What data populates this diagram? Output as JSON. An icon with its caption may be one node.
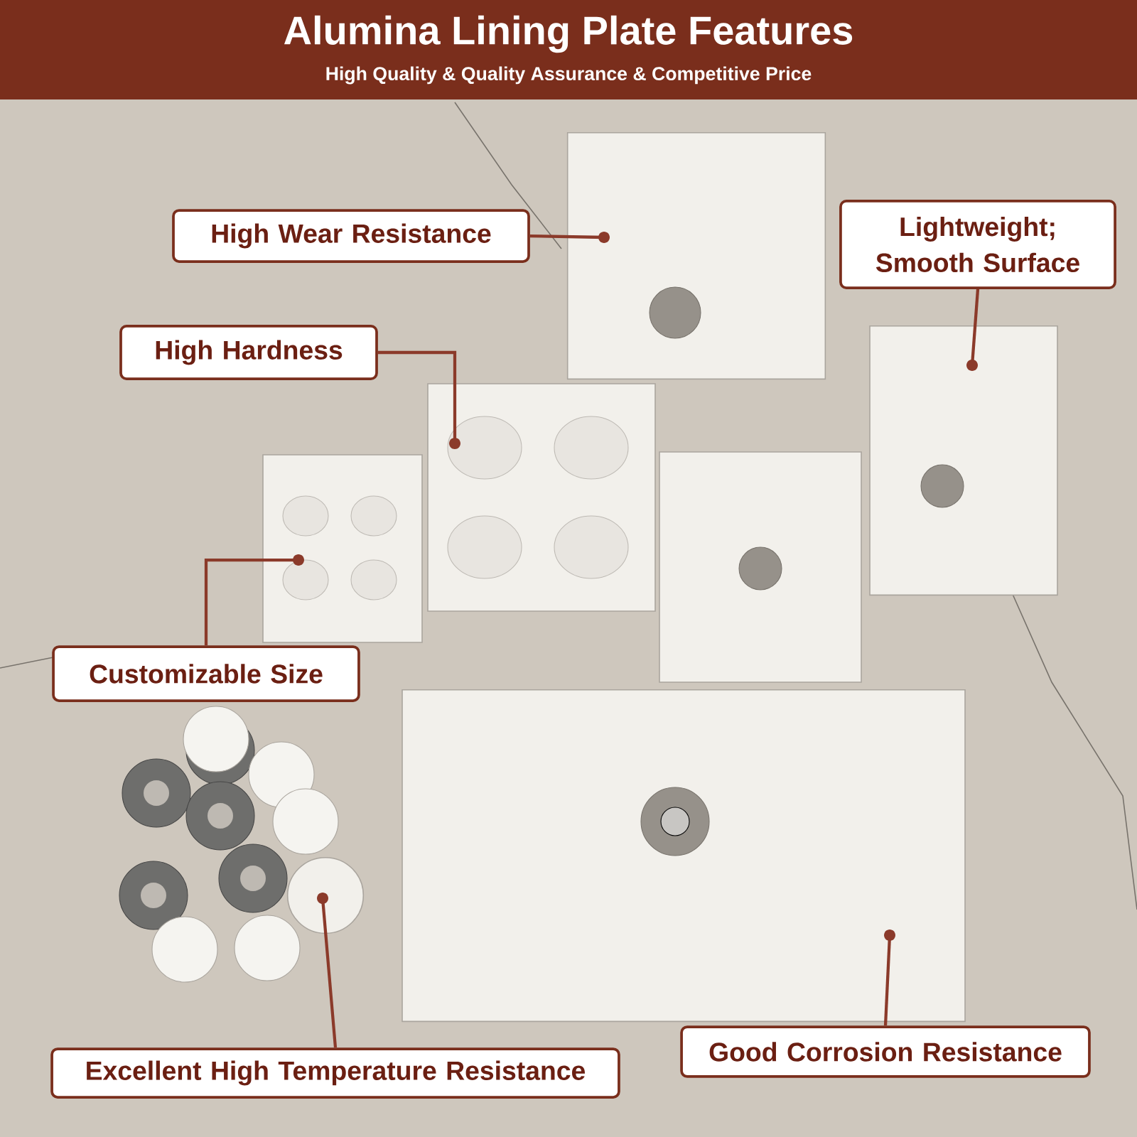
{
  "diagram": {
    "title": "Alumina Lining Plate Features",
    "nodes": [
      {
        "text": [
          "High Wear Resistance"
        ]
      },
      {
        "text": [
          "Lightweight; Smooth Surface"
        ]
      },
      {
        "text": [
          "High Hardness"
        ]
      },
      {
        "text": [
          "Customizable Size"
        ]
      },
      {
        "text": [
          "Excellent High Temperature Resistance"
        ]
      },
      {
        "text": [
          "Good Corrosion Resistance"
        ]
      },
      {
        "text": [],
        "shape": "picture"
      },
      {
        "text": [],
        "shape": "picture"
      },
      {
        "text": [],
        "shape": "picture"
      },
      {
        "text": [],
        "shape": "picture"
      },
      {
        "text": [],
        "shape": "picture"
      },
      {
        "text": [],
        "shape": "picture"
      }
    ],
    "edges": [
      {
        "from": 0,
        "to": 6,
        "arrow": "other"
      },
      {
        "from": 1,
        "to": 7,
        "arrow": "other"
      },
      {
        "from": 2,
        "to": 8,
        "arrow": "other"
      },
      {
        "from": 3,
        "to": 9,
        "arrow": "other"
      },
      {
        "from": 4,
        "to": 10,
        "arrow": "other"
      },
      {
        "from": 5,
        "to": 11,
        "arrow": "other"
      }
    ],
    "labels": [
      "High Quality & Quality Assurance & Competitive Price"
    ]
  }
}
